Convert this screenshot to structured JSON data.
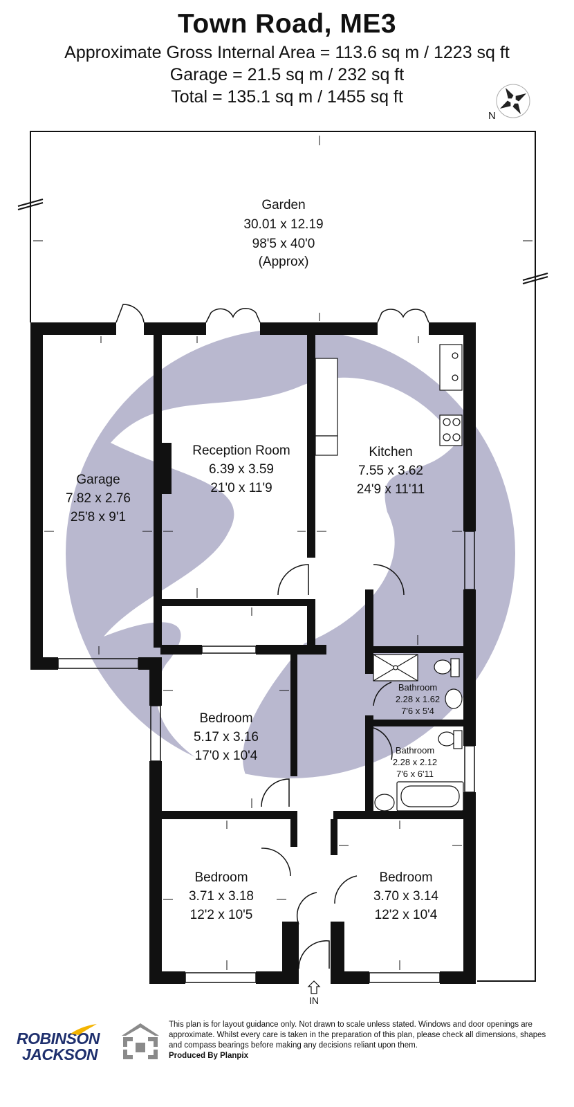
{
  "header": {
    "title": "Town Road, ME3",
    "gross_area": "Approximate Gross Internal Area = 113.6 sq m / 1223 sq ft",
    "garage_area": "Garage =  21.5 sq m / 232 sq ft",
    "total_area": "Total = 135.1 sq m / 1455 sq ft",
    "compass_label": "N"
  },
  "rooms": {
    "garden": {
      "name": "Garden",
      "metric": "30.01 x 12.19",
      "imperial": "98'5 x 40'0",
      "note": "(Approx)"
    },
    "garage": {
      "name": "Garage",
      "metric": "7.82 x 2.76",
      "imperial": "25'8 x 9'1"
    },
    "reception": {
      "name": "Reception Room",
      "metric": "6.39 x 3.59",
      "imperial": "21'0 x 11'9"
    },
    "kitchen": {
      "name": "Kitchen",
      "metric": "7.55 x 3.62",
      "imperial": "24'9 x 11'11"
    },
    "bedroom1": {
      "name": "Bedroom",
      "metric": "5.17 x 3.16",
      "imperial": "17'0 x 10'4"
    },
    "bathroom1": {
      "name": "Bathroom",
      "metric": "2.28 x 1.62",
      "imperial": "7'6 x 5'4"
    },
    "bathroom2": {
      "name": "Bathroom",
      "metric": "2.28 x 2.12",
      "imperial": "7'6 x 6'11"
    },
    "bedroom2": {
      "name": "Bedroom",
      "metric": "3.71 x 3.18",
      "imperial": "12'2 x 10'5"
    },
    "bedroom3": {
      "name": "Bedroom",
      "metric": "3.70 x 3.14",
      "imperial": "12'2 x 10'4"
    }
  },
  "entrance_label": "IN",
  "footer": {
    "disclaimer": "This plan is for layout guidance only. Not drawn to scale unless stated. Windows and door openings are approximate. Whilst every care is taken in the preparation of this plan, please check all dimensions, shapes and compass bearings before making any decisions reliant upon them.",
    "produced_by": "Produced By Planpix",
    "brand_line1": "ROBINSON",
    "brand_line2": "JACKSON"
  },
  "colors": {
    "wall": "#111111",
    "watermark": "#b9b8cf",
    "brand_blue": "#1e2f6d",
    "brand_yellow": "#f4b400",
    "planpix_grey": "#8a8a8a"
  },
  "icons": [
    "compass-icon",
    "planpix-logo-icon",
    "robinson-jackson-logo-icon",
    "entrance-arrow-icon"
  ]
}
